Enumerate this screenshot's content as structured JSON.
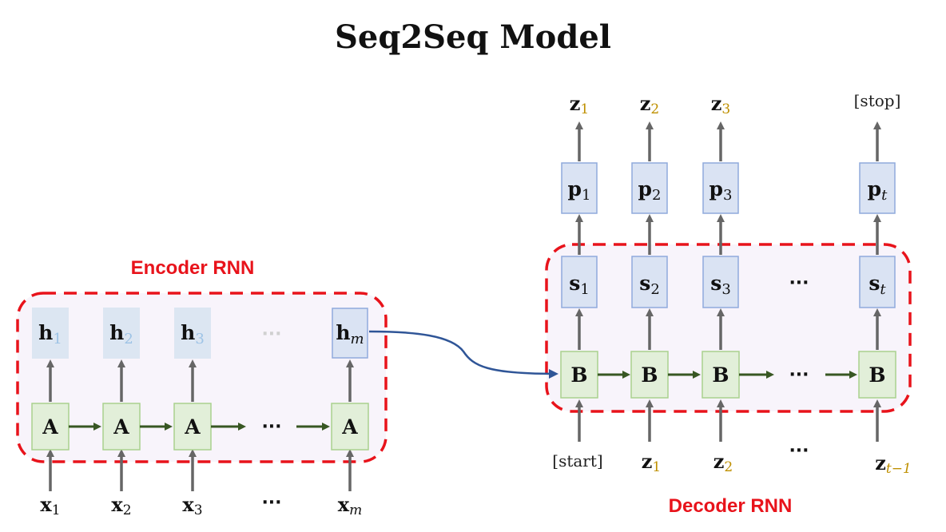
{
  "title": "Seq2Seq Model",
  "encoder": {
    "label": "Encoder RNN",
    "cell": "A",
    "ellipsis": "···",
    "hidden": [
      {
        "base": "h",
        "sub": "1"
      },
      {
        "base": "h",
        "sub": "2"
      },
      {
        "base": "h",
        "sub": "3"
      },
      {
        "base": "h",
        "sub": "m"
      }
    ],
    "inputs": [
      {
        "base": "x",
        "sub": "1"
      },
      {
        "base": "x",
        "sub": "2"
      },
      {
        "base": "x",
        "sub": "3"
      },
      {
        "base": "x",
        "sub": "m"
      }
    ]
  },
  "decoder": {
    "label": "Decoder RNN",
    "cell": "B",
    "ellipsis": "···",
    "states": [
      {
        "base": "s",
        "sub": "1"
      },
      {
        "base": "s",
        "sub": "2"
      },
      {
        "base": "s",
        "sub": "3"
      },
      {
        "base": "s",
        "sub": "t"
      }
    ],
    "probs": [
      {
        "base": "p",
        "sub": "1"
      },
      {
        "base": "p",
        "sub": "2"
      },
      {
        "base": "p",
        "sub": "3"
      },
      {
        "base": "p",
        "sub": "t"
      }
    ],
    "outputs": [
      {
        "base": "z",
        "sub": "1"
      },
      {
        "base": "z",
        "sub": "2"
      },
      {
        "base": "z",
        "sub": "3"
      }
    ],
    "stop_token": "[stop]",
    "start_token": "[start]",
    "inputs": [
      {
        "base": "z",
        "sub": "1"
      },
      {
        "base": "z",
        "sub": "2"
      },
      {
        "base": "z",
        "sub": "t−1"
      }
    ]
  },
  "colors": {
    "red_label": "#e8131b",
    "dashed_border": "#e8131b",
    "region_fill": "#f8f4fb",
    "cell_fill": "#e2efd9",
    "cell_stroke": "#a9d18e",
    "blue_fill": "#dae3f3",
    "blue_stroke": "#8faadc",
    "faded_fill": "#dce6f2",
    "faded_text": "#9dc3e6",
    "gray_arrow": "#666666",
    "green_arrow": "#385723",
    "navy_arrow": "#2f5597",
    "gold_text": "#bf9000"
  }
}
